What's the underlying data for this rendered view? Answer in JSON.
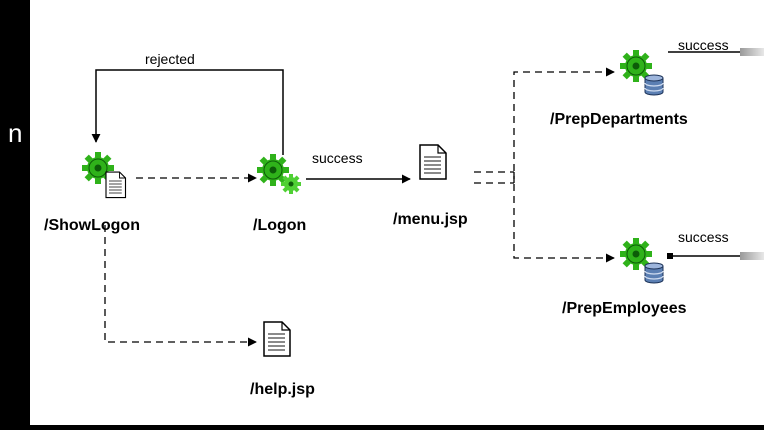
{
  "left_fragment": "n",
  "nodes": {
    "show_logon": "/ShowLogon",
    "logon": "/Logon",
    "menu_jsp": "/menu.jsp",
    "help_jsp": "/help.jsp",
    "prep_departments": "/PrepDepartments",
    "prep_employees": "/PrepEmployees"
  },
  "edge_labels": {
    "rejected": "rejected",
    "logon_success": "success",
    "departments_success": "success",
    "employees_success": "success"
  },
  "colors": {
    "gear": "#2fb21a",
    "gear_dark": "#0c5c08",
    "page": "#ffffff",
    "database": "#5b7fb3"
  },
  "icons": {
    "show_logon": "gear-page-icon",
    "logon": "gear-gear-icon",
    "menu_jsp": "page-icon",
    "help_jsp": "page-icon",
    "prep_departments": "gear-database-icon",
    "prep_employees": "gear-database-icon"
  }
}
